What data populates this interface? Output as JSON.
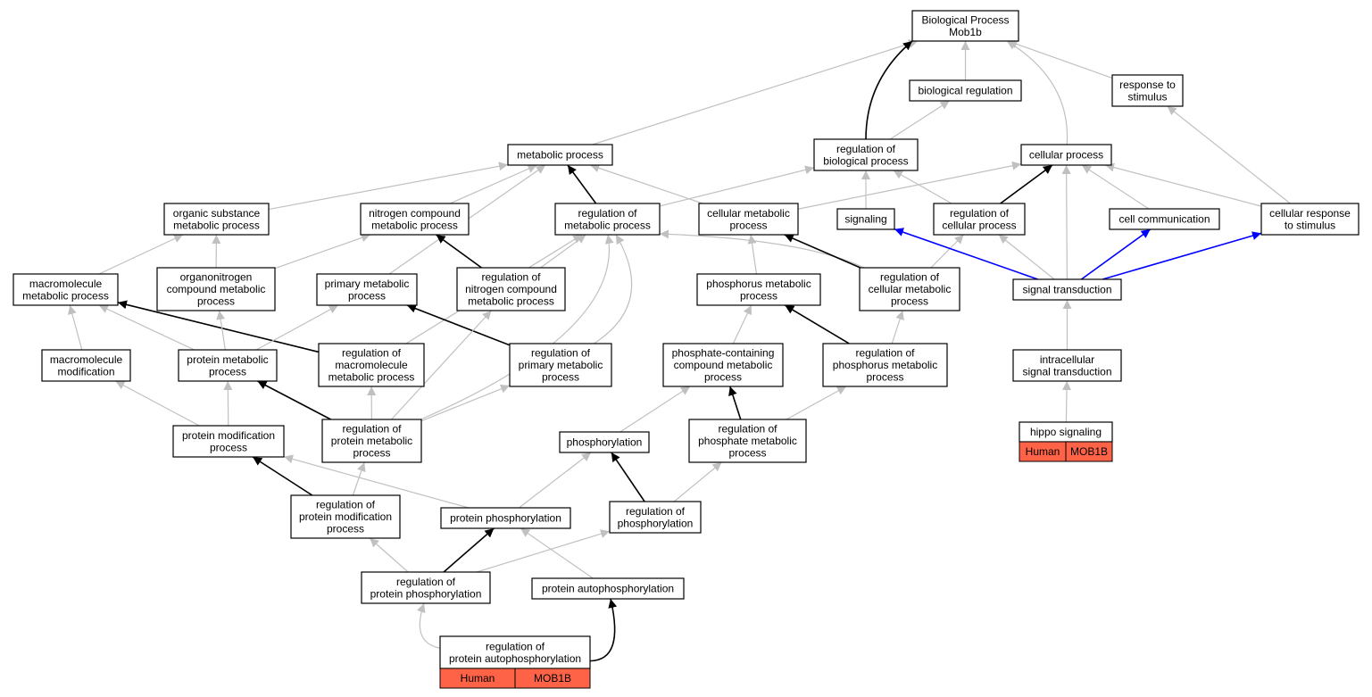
{
  "graph": {
    "colors": {
      "is_a": "#c0c0c0",
      "regulates": "#000000",
      "part_of": "#0000ff",
      "annotation_fill": "#ff6347",
      "node_fill": "#ffffff",
      "node_border": "#000000"
    },
    "nodes": [
      {
        "id": "root",
        "lines": [
          "Biological Process",
          "Mob1b"
        ]
      },
      {
        "id": "bioreg",
        "lines": [
          "biological regulation"
        ]
      },
      {
        "id": "resp",
        "lines": [
          "response to",
          "stimulus"
        ]
      },
      {
        "id": "meta",
        "lines": [
          "metabolic process"
        ]
      },
      {
        "id": "regbio",
        "lines": [
          "regulation of",
          "biological process"
        ]
      },
      {
        "id": "cellproc",
        "lines": [
          "cellular process"
        ]
      },
      {
        "id": "orgsub",
        "lines": [
          "organic substance",
          "metabolic process"
        ]
      },
      {
        "id": "nitro",
        "lines": [
          "nitrogen compound",
          "metabolic process"
        ]
      },
      {
        "id": "regmeta",
        "lines": [
          "regulation of",
          "metabolic process"
        ]
      },
      {
        "id": "cellmeta",
        "lines": [
          "cellular metabolic",
          "process"
        ]
      },
      {
        "id": "signaling",
        "lines": [
          "signaling"
        ]
      },
      {
        "id": "regcell",
        "lines": [
          "regulation of",
          "cellular process"
        ]
      },
      {
        "id": "cellcomm",
        "lines": [
          "cell communication"
        ]
      },
      {
        "id": "cellresp",
        "lines": [
          "cellular response",
          "to stimulus"
        ]
      },
      {
        "id": "macro",
        "lines": [
          "macromolecule",
          "metabolic process"
        ]
      },
      {
        "id": "organo",
        "lines": [
          "organonitrogen",
          "compound metabolic",
          "process"
        ]
      },
      {
        "id": "primary",
        "lines": [
          "primary metabolic",
          "process"
        ]
      },
      {
        "id": "regnitro",
        "lines": [
          "regulation of",
          "nitrogen compound",
          "metabolic process"
        ]
      },
      {
        "id": "phosmeta",
        "lines": [
          "phosphorus metabolic",
          "process"
        ]
      },
      {
        "id": "regcellmeta",
        "lines": [
          "regulation of",
          "cellular metabolic",
          "process"
        ]
      },
      {
        "id": "sigtrans",
        "lines": [
          "signal transduction"
        ]
      },
      {
        "id": "macromod",
        "lines": [
          "macromolecule",
          "modification"
        ]
      },
      {
        "id": "protmeta",
        "lines": [
          "protein metabolic",
          "process"
        ]
      },
      {
        "id": "regmacro",
        "lines": [
          "regulation of",
          "macromolecule",
          "metabolic process"
        ]
      },
      {
        "id": "regprim",
        "lines": [
          "regulation of",
          "primary metabolic",
          "process"
        ]
      },
      {
        "id": "phoscont",
        "lines": [
          "phosphate-containing",
          "compound metabolic",
          "process"
        ]
      },
      {
        "id": "regphosmeta",
        "lines": [
          "regulation of",
          "phosphorus metabolic",
          "process"
        ]
      },
      {
        "id": "intra",
        "lines": [
          "intracellular",
          "signal transduction"
        ]
      },
      {
        "id": "protmod",
        "lines": [
          "protein modification",
          "process"
        ]
      },
      {
        "id": "regprotmeta",
        "lines": [
          "regulation of",
          "protein metabolic",
          "process"
        ]
      },
      {
        "id": "phosphorylation",
        "lines": [
          "phosphorylation"
        ]
      },
      {
        "id": "regphosphate",
        "lines": [
          "regulation of",
          "phosphate metabolic",
          "process"
        ]
      },
      {
        "id": "hippo",
        "lines": [
          "hippo signaling"
        ],
        "tags": [
          "Human",
          "MOB1B"
        ]
      },
      {
        "id": "regprotmod",
        "lines": [
          "regulation of",
          "protein modification",
          "process"
        ]
      },
      {
        "id": "protphos",
        "lines": [
          "protein phosphorylation"
        ]
      },
      {
        "id": "regphosph",
        "lines": [
          "regulation of",
          "phosphorylation"
        ]
      },
      {
        "id": "regprotphos",
        "lines": [
          "regulation of",
          "protein phosphorylation"
        ]
      },
      {
        "id": "protauto",
        "lines": [
          "protein autophosphorylation"
        ]
      },
      {
        "id": "regprotauto",
        "lines": [
          "regulation of",
          "protein autophosphorylation"
        ],
        "tags": [
          "Human",
          "MOB1B"
        ]
      }
    ],
    "edges": [
      {
        "from": "meta",
        "to": "root",
        "type": "is_a"
      },
      {
        "from": "regbio",
        "to": "root",
        "type": "regulates"
      },
      {
        "from": "bioreg",
        "to": "root",
        "type": "is_a"
      },
      {
        "from": "cellproc",
        "to": "root",
        "type": "is_a"
      },
      {
        "from": "resp",
        "to": "root",
        "type": "is_a"
      },
      {
        "from": "regbio",
        "to": "bioreg",
        "type": "is_a"
      },
      {
        "from": "cellresp",
        "to": "resp",
        "type": "is_a"
      },
      {
        "from": "orgsub",
        "to": "meta",
        "type": "is_a"
      },
      {
        "from": "nitro",
        "to": "meta",
        "type": "is_a"
      },
      {
        "from": "regmeta",
        "to": "meta",
        "type": "regulates"
      },
      {
        "from": "cellmeta",
        "to": "meta",
        "type": "is_a"
      },
      {
        "from": "primary",
        "to": "meta",
        "type": "is_a"
      },
      {
        "from": "regmeta",
        "to": "regbio",
        "type": "is_a"
      },
      {
        "from": "signaling",
        "to": "regbio",
        "type": "is_a"
      },
      {
        "from": "regcell",
        "to": "regbio",
        "type": "is_a"
      },
      {
        "from": "cellmeta",
        "to": "cellproc",
        "type": "is_a"
      },
      {
        "from": "regcell",
        "to": "cellproc",
        "type": "regulates"
      },
      {
        "from": "cellcomm",
        "to": "cellproc",
        "type": "is_a"
      },
      {
        "from": "cellresp",
        "to": "cellproc",
        "type": "is_a"
      },
      {
        "from": "sigtrans",
        "to": "cellproc",
        "type": "is_a"
      },
      {
        "from": "macro",
        "to": "orgsub",
        "type": "is_a"
      },
      {
        "from": "organo",
        "to": "orgsub",
        "type": "is_a"
      },
      {
        "from": "organo",
        "to": "nitro",
        "type": "is_a"
      },
      {
        "from": "regnitro",
        "to": "nitro",
        "type": "regulates"
      },
      {
        "from": "regnitro",
        "to": "regmeta",
        "type": "is_a"
      },
      {
        "from": "regmacro",
        "to": "regmeta",
        "type": "is_a"
      },
      {
        "from": "regprim",
        "to": "regmeta",
        "type": "is_a"
      },
      {
        "from": "regprotmeta",
        "to": "regmeta",
        "type": "is_a"
      },
      {
        "from": "regcellmeta",
        "to": "regmeta",
        "type": "is_a"
      },
      {
        "from": "phosmeta",
        "to": "cellmeta",
        "type": "is_a"
      },
      {
        "from": "regcellmeta",
        "to": "cellmeta",
        "type": "regulates"
      },
      {
        "from": "regcellmeta",
        "to": "regcell",
        "type": "is_a"
      },
      {
        "from": "sigtrans",
        "to": "signaling",
        "type": "part_of"
      },
      {
        "from": "sigtrans",
        "to": "regcell",
        "type": "is_a"
      },
      {
        "from": "sigtrans",
        "to": "cellcomm",
        "type": "part_of"
      },
      {
        "from": "sigtrans",
        "to": "cellresp",
        "type": "part_of"
      },
      {
        "from": "macromod",
        "to": "macro",
        "type": "is_a"
      },
      {
        "from": "protmeta",
        "to": "macro",
        "type": "is_a"
      },
      {
        "from": "regmacro",
        "to": "macro",
        "type": "regulates"
      },
      {
        "from": "protmeta",
        "to": "organo",
        "type": "is_a"
      },
      {
        "from": "protmeta",
        "to": "primary",
        "type": "is_a"
      },
      {
        "from": "regprim",
        "to": "primary",
        "type": "regulates"
      },
      {
        "from": "regprotmeta",
        "to": "regnitro",
        "type": "is_a"
      },
      {
        "from": "phoscont",
        "to": "phosmeta",
        "type": "is_a"
      },
      {
        "from": "regphosmeta",
        "to": "phosmeta",
        "type": "regulates"
      },
      {
        "from": "regphosmeta",
        "to": "regcellmeta",
        "type": "is_a"
      },
      {
        "from": "intra",
        "to": "sigtrans",
        "type": "is_a"
      },
      {
        "from": "protmod",
        "to": "macromod",
        "type": "is_a"
      },
      {
        "from": "protmod",
        "to": "protmeta",
        "type": "is_a"
      },
      {
        "from": "regprotmeta",
        "to": "protmeta",
        "type": "regulates"
      },
      {
        "from": "regprotmeta",
        "to": "regmacro",
        "type": "is_a"
      },
      {
        "from": "regprotmeta",
        "to": "regprim",
        "type": "is_a"
      },
      {
        "from": "phosphorylation",
        "to": "phoscont",
        "type": "is_a"
      },
      {
        "from": "regphosphate",
        "to": "phoscont",
        "type": "regulates"
      },
      {
        "from": "regphosphate",
        "to": "regphosmeta",
        "type": "is_a"
      },
      {
        "from": "hippo",
        "to": "intra",
        "type": "is_a"
      },
      {
        "from": "regprotmod",
        "to": "protmod",
        "type": "regulates"
      },
      {
        "from": "protphos",
        "to": "protmod",
        "type": "is_a"
      },
      {
        "from": "regprotmod",
        "to": "regprotmeta",
        "type": "is_a"
      },
      {
        "from": "protphos",
        "to": "phosphorylation",
        "type": "is_a"
      },
      {
        "from": "regphosph",
        "to": "phosphorylation",
        "type": "regulates"
      },
      {
        "from": "regphosph",
        "to": "regphosphate",
        "type": "is_a"
      },
      {
        "from": "regprotphos",
        "to": "regprotmod",
        "type": "is_a"
      },
      {
        "from": "regprotphos",
        "to": "protphos",
        "type": "regulates"
      },
      {
        "from": "regprotphos",
        "to": "regphosph",
        "type": "is_a"
      },
      {
        "from": "protauto",
        "to": "protphos",
        "type": "is_a"
      },
      {
        "from": "regprotauto",
        "to": "regprotphos",
        "type": "is_a"
      },
      {
        "from": "regprotauto",
        "to": "protauto",
        "type": "regulates"
      }
    ]
  }
}
